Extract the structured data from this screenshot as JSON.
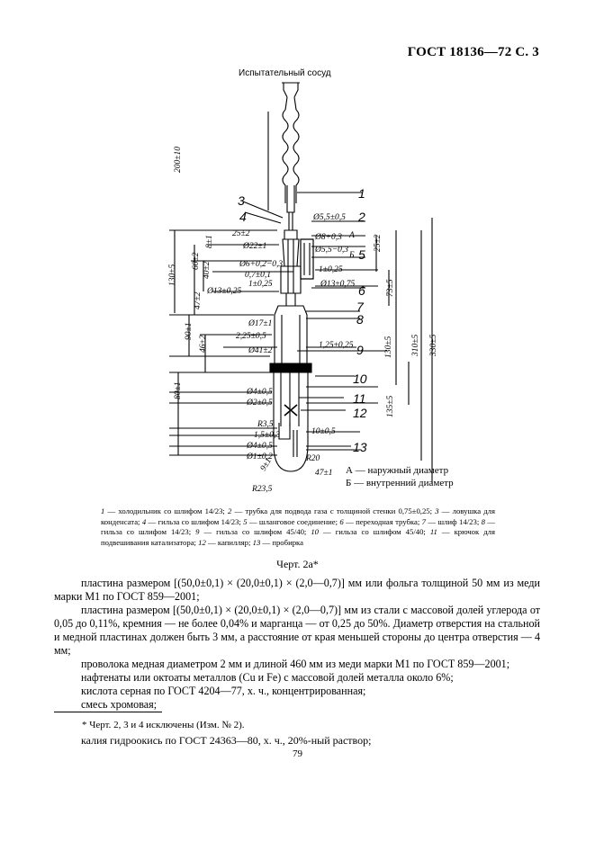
{
  "header": "ГОСТ 18136—72 С. 3",
  "figure": {
    "title": "Испытательный сосуд",
    "dims_left": [
      "200±10",
      "25±2",
      "8±1",
      "Ø22±1",
      "Ø6+0,2−0,3",
      "40±2",
      "60±2",
      "0,7±0,1",
      "130±5",
      "47±2",
      "Ø13±0,25",
      "1±0,25",
      "Ø17±1",
      "90±1",
      "2,25±0,5",
      "46±2",
      "Ø41±2",
      "80±1",
      "Ø4±0,5",
      "Ø2±0,5",
      "R3,5",
      "1,5±0,3",
      "Ø4±0,5",
      "Ø1±0,2",
      "R23,5",
      "9±1",
      "47±1",
      "R20",
      "10±0,5"
    ],
    "dims_right": [
      "Ø5,5±0,5",
      "Ø8+0,3",
      "A",
      "Ø5,5−0,3",
      "Б",
      "25±2",
      "1±0,25",
      "Ø13±0,75",
      "73±5",
      "1,25±0,25",
      "130±5",
      "310±5",
      "330±5",
      "135±5"
    ],
    "part_numbers": [
      "1",
      "2",
      "3",
      "4",
      "5",
      "6",
      "7",
      "8",
      "9",
      "10",
      "11",
      "12",
      "13"
    ],
    "legend_a": "А — наружный диаметр",
    "legend_b": "Б — внутренний диаметр",
    "caption_items": [
      {
        "n": "1",
        "t": "холодильник со шлифом 14/23;"
      },
      {
        "n": "2",
        "t": "трубка для подвода газа с толщиной стенки 0,75±0,25;"
      },
      {
        "n": "3",
        "t": "ловушка для конденсата;"
      },
      {
        "n": "4",
        "t": "гильза со шлифом 14/23;"
      },
      {
        "n": "5",
        "t": "шланговое соединение;"
      },
      {
        "n": "6",
        "t": "переходная трубка;"
      },
      {
        "n": "7",
        "t": "шлиф 14/23;"
      },
      {
        "n": "8",
        "t": "гильза со шлифом 14/23;"
      },
      {
        "n": "9",
        "t": "гильза со шлифом 45/40;"
      },
      {
        "n": "10",
        "t": "гильза со шлифом 45/40;"
      },
      {
        "n": "11",
        "t": "крючок для подвешивания катализатора;"
      },
      {
        "n": "12",
        "t": "капилляр;"
      },
      {
        "n": "13",
        "t": "пробирка"
      }
    ],
    "figure_label": "Черт. 2а*"
  },
  "body": [
    "пластина размером [(50,0±0,1) × (20,0±0,1) × (2,0—0,7)] мм или фольга толщиной 50 мм из меди марки М1 по ГОСТ 859—2001;",
    "пластина размером [(50,0±0,1) × (20,0±0,1) × (2,0—0,7)] мм из стали с массовой долей углерода от 0,05 до 0,11%, кремния — не более 0,04% и марганца — от 0,25 до 50%. Диаметр отверстия на стальной и медной пластинах должен быть 3 мм, а расстояние от края меньшей стороны до центра отверстия — 4 мм;",
    "проволока медная диаметром 2 мм и длиной 460 мм из меди марки М1 по ГОСТ 859—2001;",
    "нафтенаты или октоаты металлов (Cu и Fe) с массовой долей металла около 6%;",
    "кислота серная по ГОСТ 4204—77, х. ч., концентрированная;",
    "смесь хромовая;"
  ],
  "footnote": "* Черт. 2, 3 и 4 исключены (Изм. № 2).",
  "footer_line": "калия гидроокись по ГОСТ 24363—80, х. ч., 20%-ный раствор;",
  "page_number": "79"
}
